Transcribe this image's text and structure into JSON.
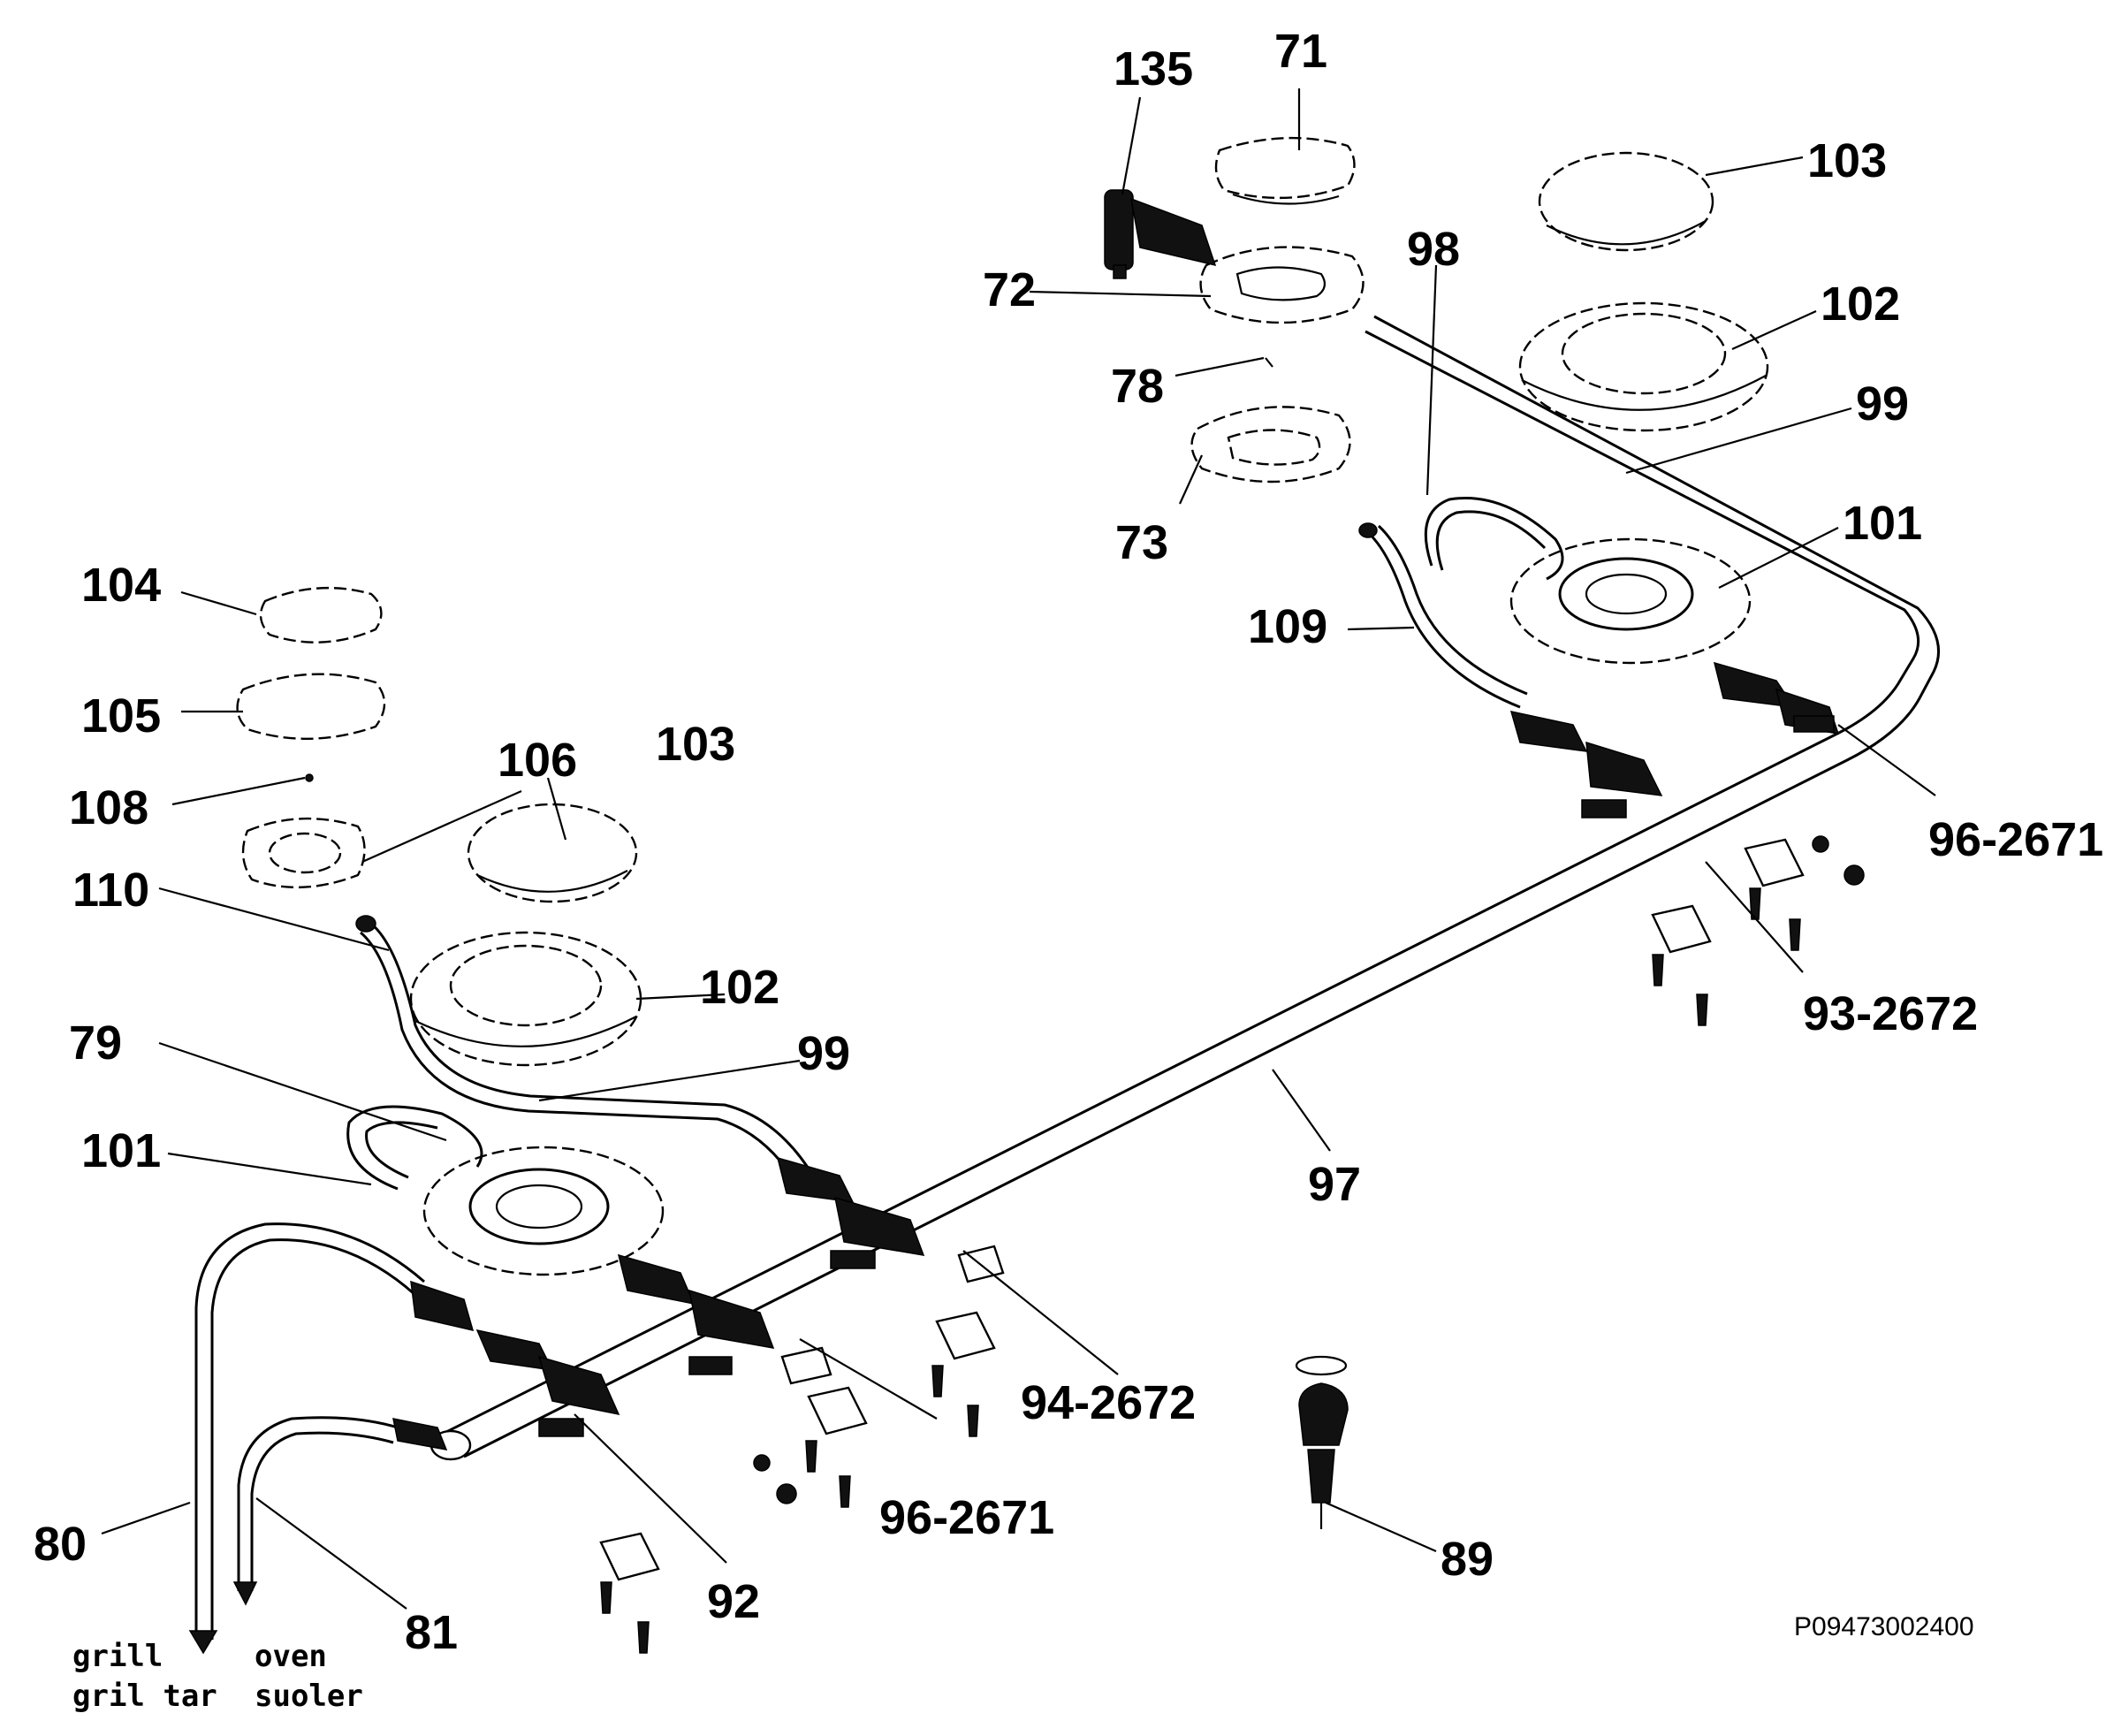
{
  "part_labels": {
    "p135": "135",
    "p71": "71",
    "p103_top": "103",
    "p72": "72",
    "p98": "98",
    "p102_top": "102",
    "p78": "78",
    "p99_top": "99",
    "p73": "73",
    "p101_top": "101",
    "p104": "104",
    "p109": "109",
    "p105": "105",
    "p103_left": "103",
    "p106": "106",
    "p108": "108",
    "p96_2671_top": "96-2671",
    "p110": "110",
    "p93_2672": "93-2672",
    "p102_left": "102",
    "p79": "79",
    "p99_left": "99",
    "p101_left": "101",
    "p97": "97",
    "p94_2672": "94-2672",
    "p80": "80",
    "p96_2671_bottom": "96-2671",
    "p89": "89",
    "p92": "92",
    "p81": "81"
  },
  "annotations": {
    "grill_en": "grill",
    "grill_fr": "gril tar",
    "oven_en": "oven",
    "oven_fr": "suoler"
  },
  "reference_code": "P09473002400"
}
